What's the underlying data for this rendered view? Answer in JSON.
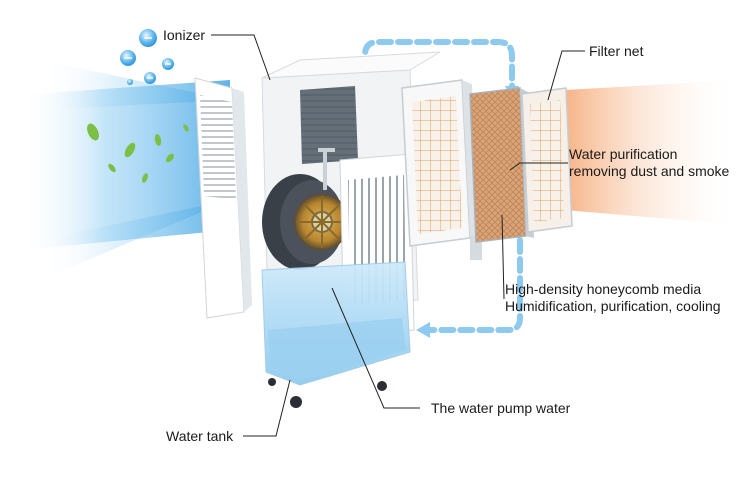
{
  "labels": {
    "ionizer": "Ionizer",
    "filter_net": "Filter net",
    "water_purification": [
      "Water purification",
      "removing dust and smoke"
    ],
    "honeycomb": [
      "High-density honeycomb media",
      "Humidification, purification, cooling"
    ],
    "water_pump": "The water pump water",
    "water_tank": "Water tank"
  },
  "colors": {
    "cool_air": "#5bb8ea",
    "warm_air": "#f7b98f",
    "airflow_arrow": "#8ec9ee",
    "water": "#a9d8f4",
    "leaf": "#7bbf45",
    "leader_line": "#222222"
  },
  "icons": [
    "ion-bubble-icon",
    "leaf-icon",
    "airflow-arrow-icon"
  ]
}
